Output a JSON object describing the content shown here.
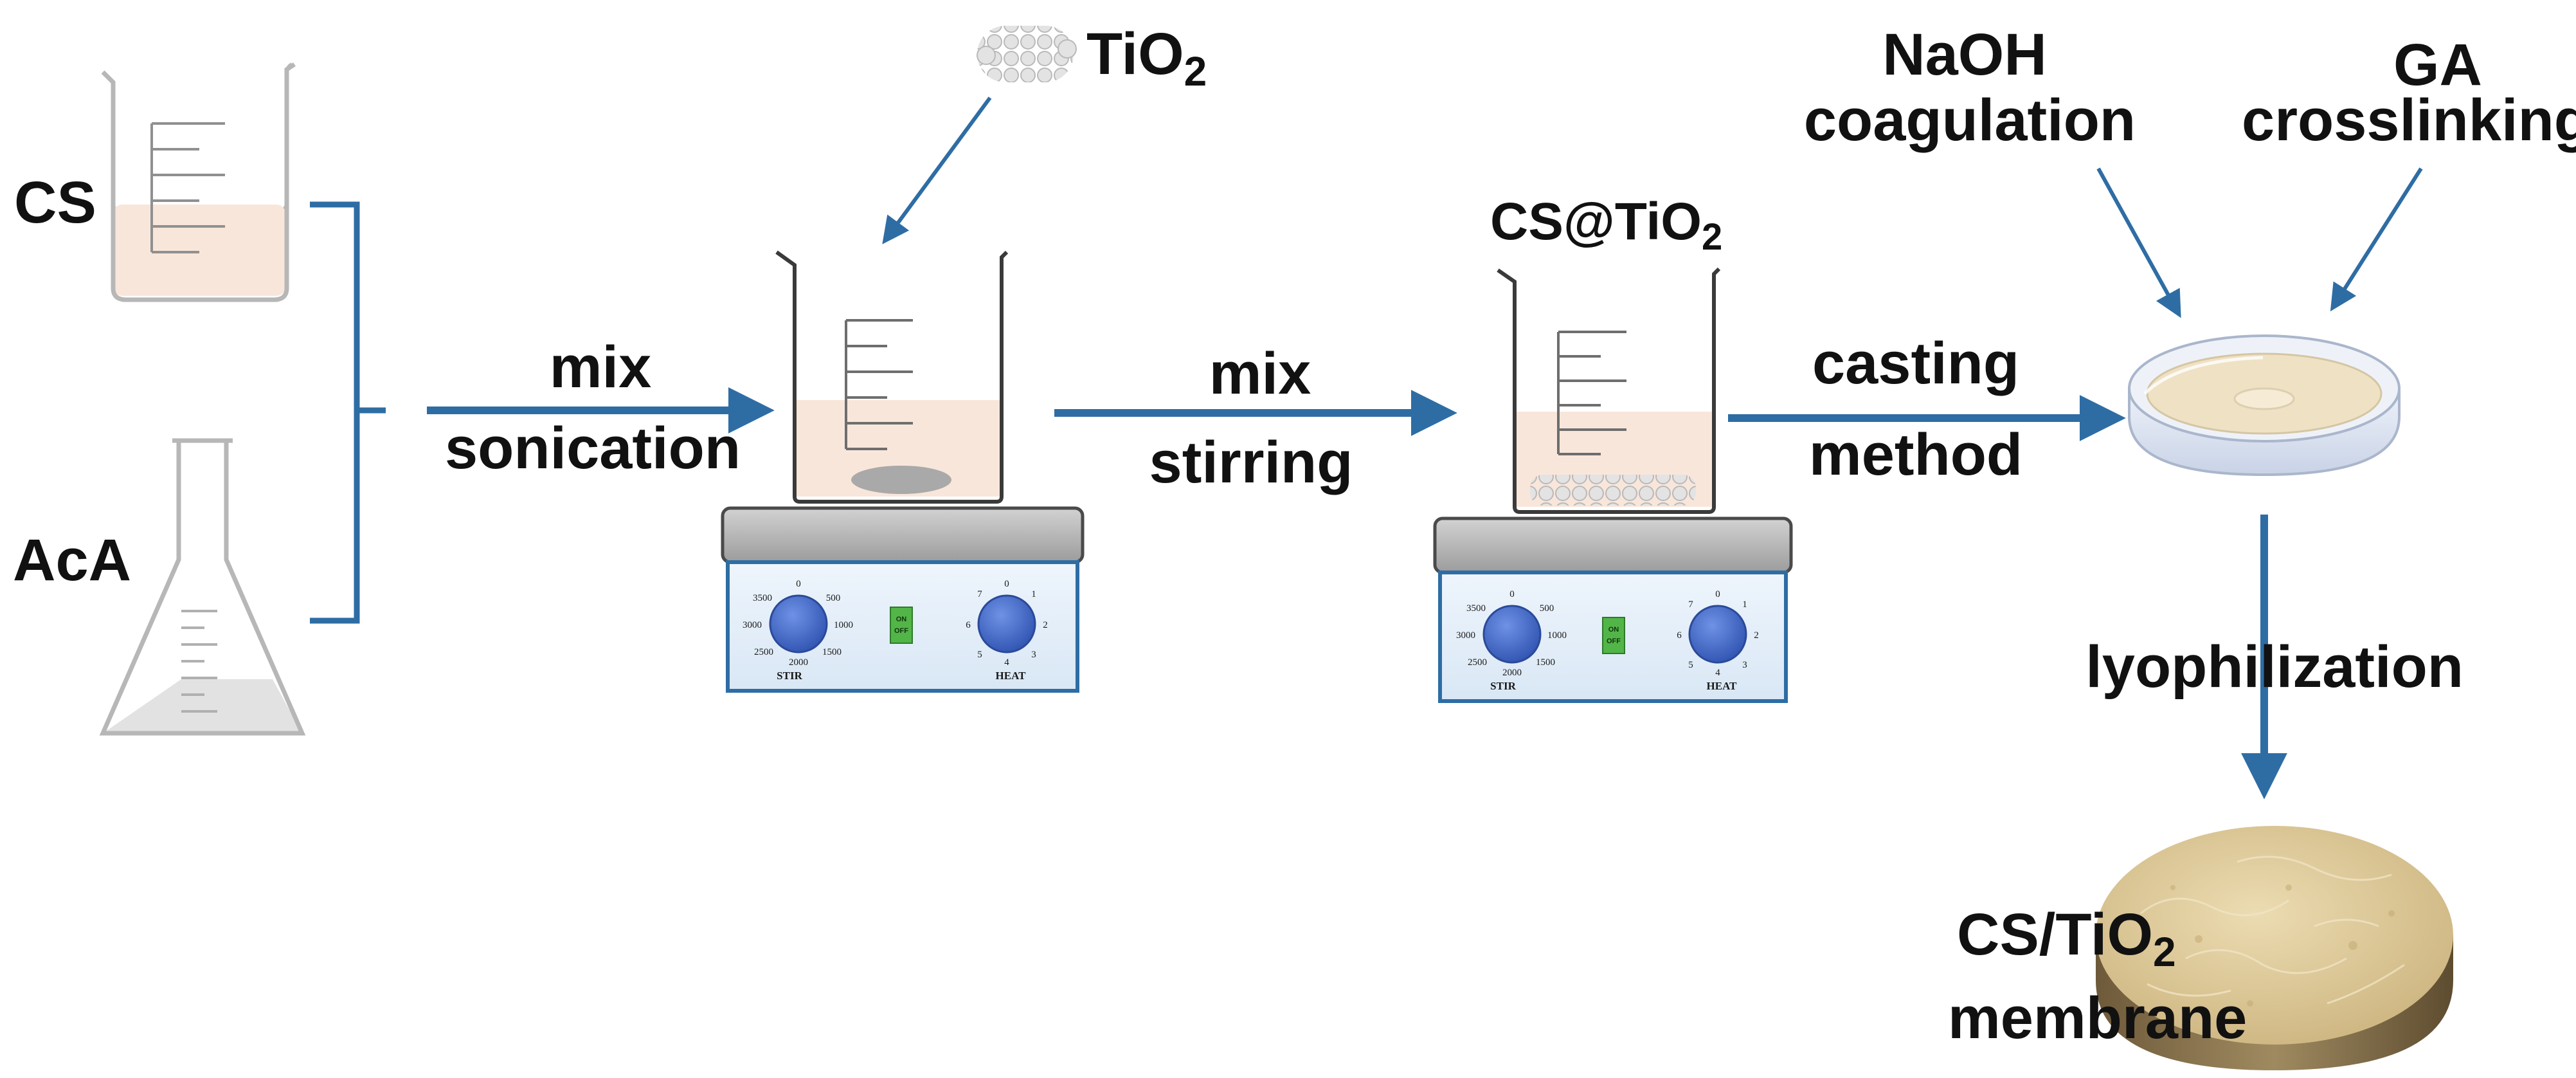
{
  "labels": {
    "cs": "CS",
    "aca": "AcA",
    "tio2_top": "TiO",
    "tio2_top_sub": "2",
    "mix1": "mix",
    "sonication": "sonication",
    "mix2": "mix",
    "stirring": "stirring",
    "cs_tio2": "CS@TiO",
    "cs_tio2_sub": "2",
    "casting": "casting",
    "method": "method",
    "naoh": "NaOH",
    "coagulation": "coagulation",
    "ga": "GA",
    "crosslinking": "crosslinking",
    "lyophilization": "lyophilization",
    "membrane_line1": "CS/TiO",
    "membrane_line1_sub": "2",
    "membrane_line2": "membrane"
  },
  "stirrer": {
    "stir": "STIR",
    "heat": "HEAT",
    "on": "ON",
    "off": "OFF",
    "stir_ticks": [
      "0",
      "500",
      "1000",
      "1500",
      "2000",
      "2500",
      "3000",
      "3500"
    ],
    "heat_ticks": [
      "0",
      "1",
      "2",
      "3",
      "4",
      "5",
      "6",
      "7"
    ]
  },
  "colors": {
    "arrow": "#2e6da4",
    "knob": "#3f67c7",
    "switch": "#52b548",
    "liquid_pink": "#f9e6da",
    "liquid_grey": "#e2e2e2",
    "plate_top": "#b8b8b8",
    "membrane": "#d8c595"
  }
}
